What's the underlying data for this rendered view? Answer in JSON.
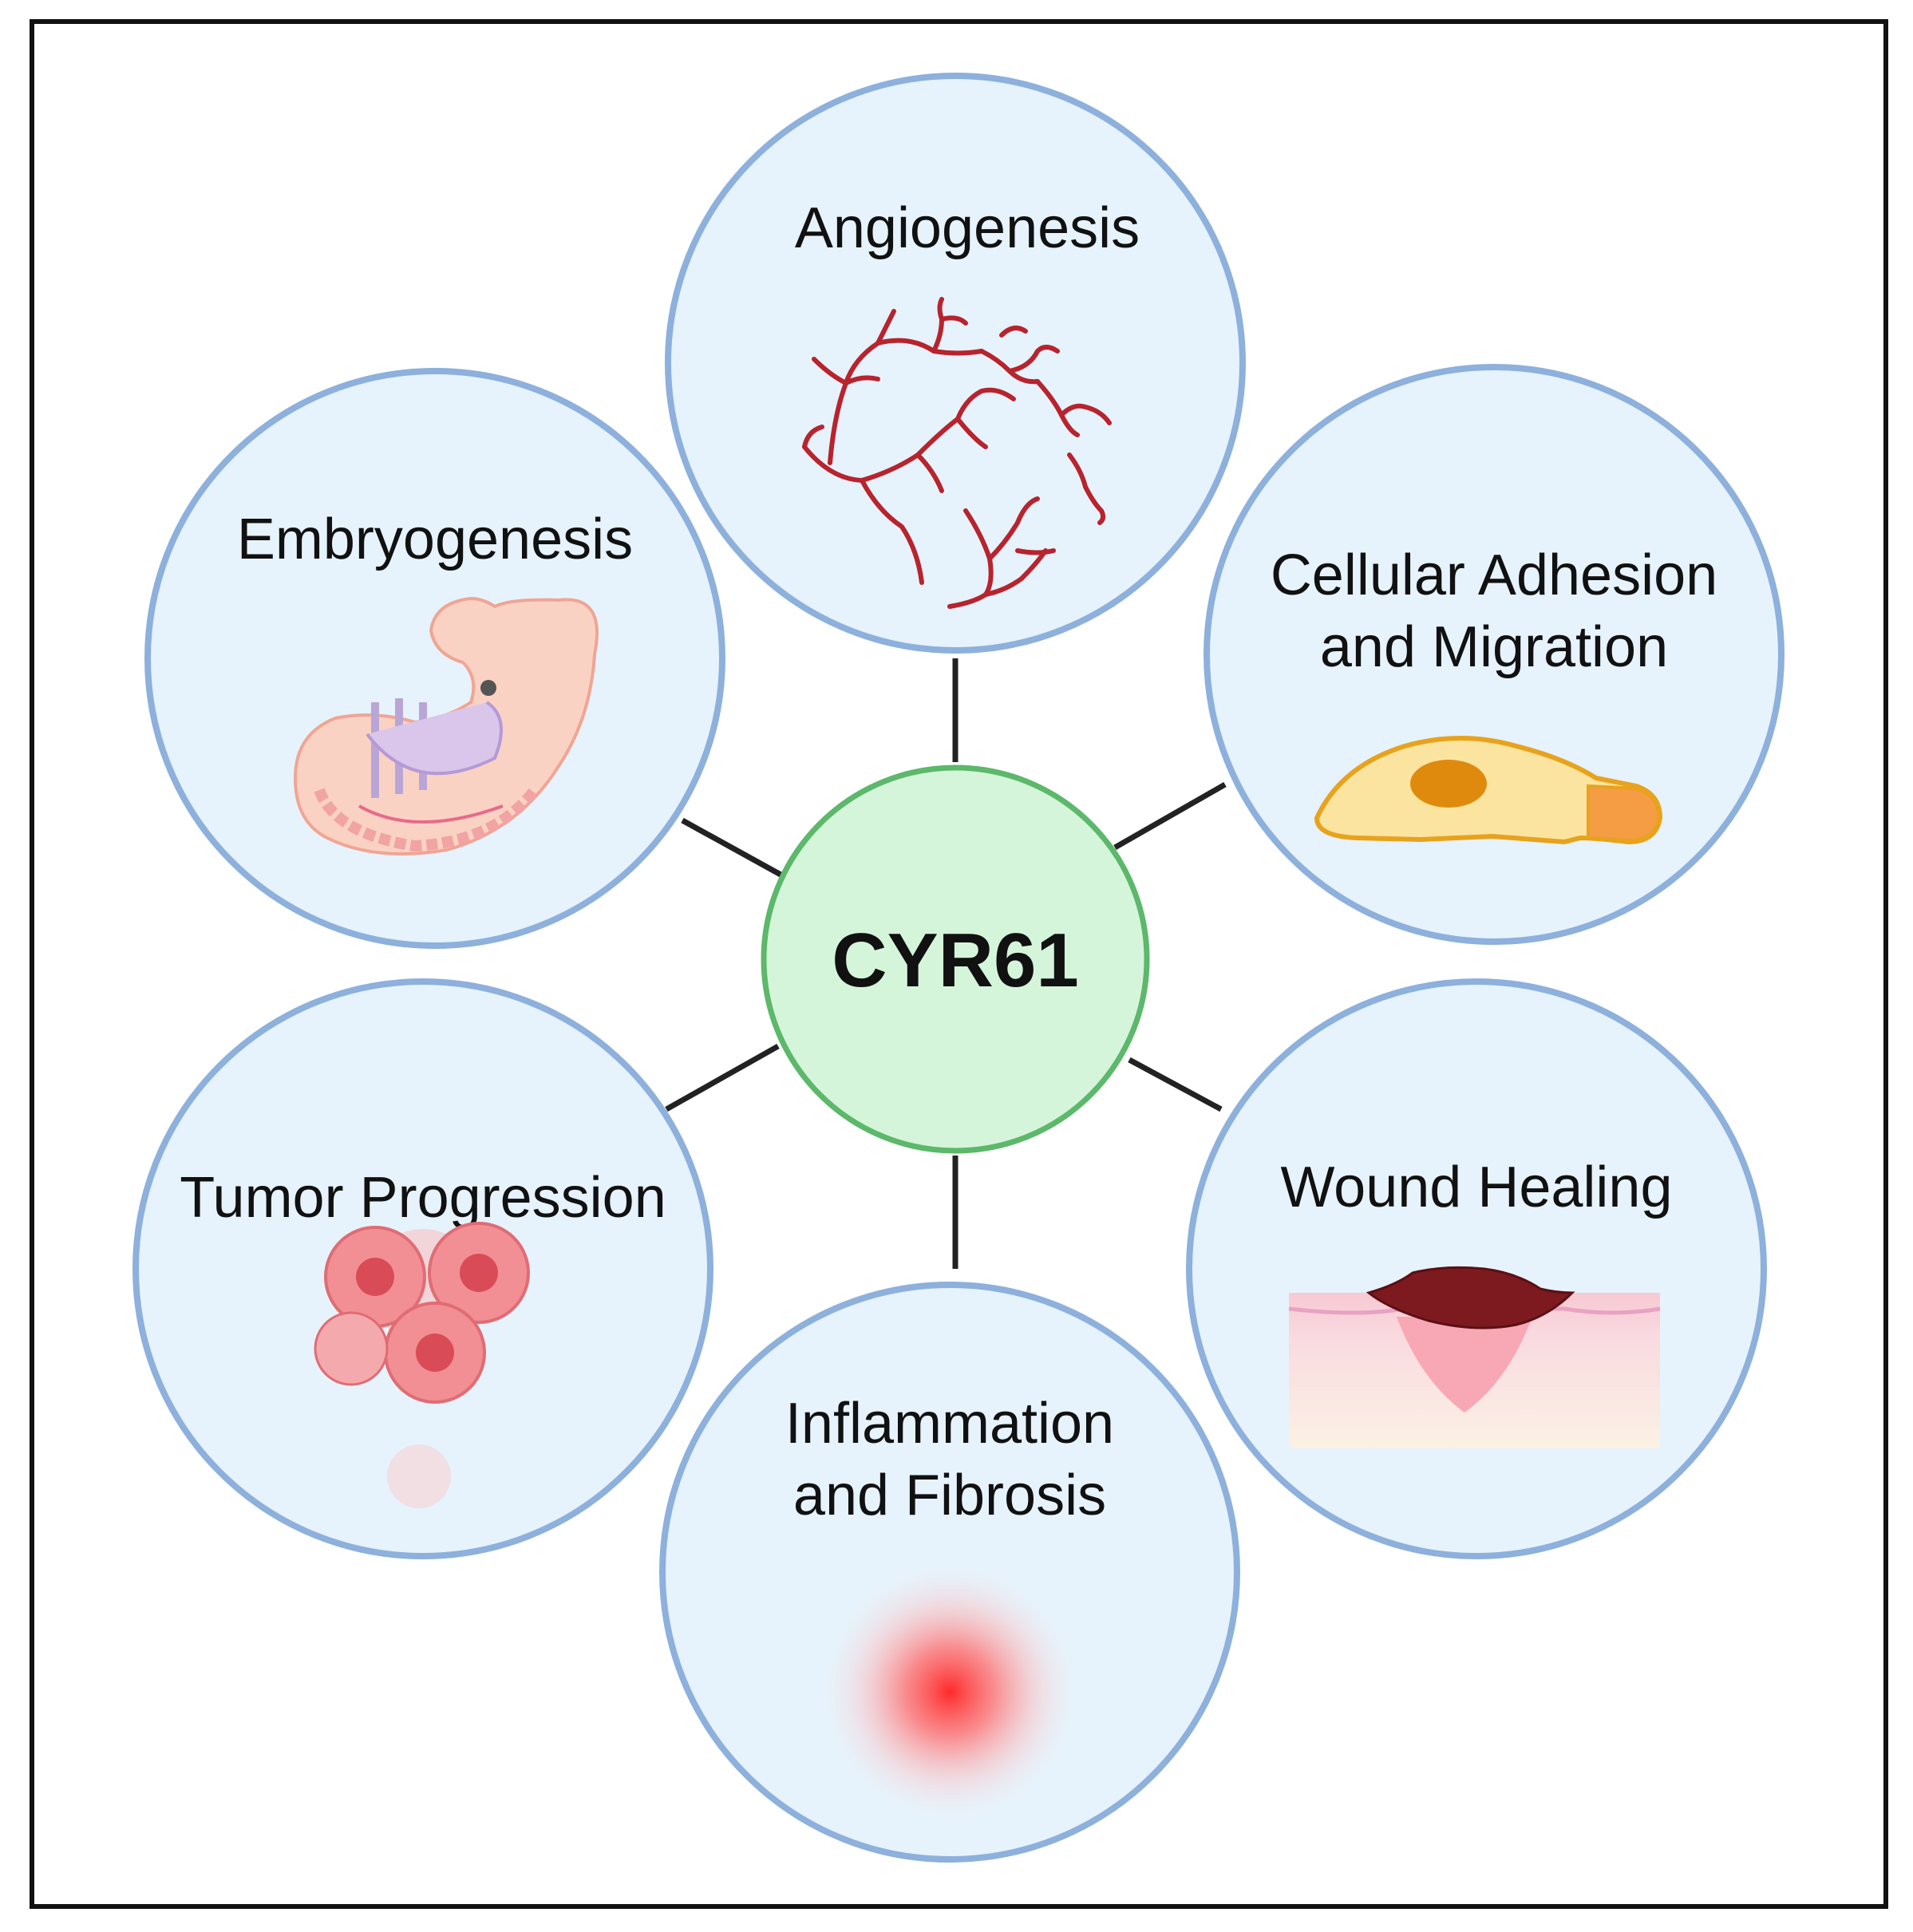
{
  "hub": {
    "label": "CYR61"
  },
  "nodes": [
    {
      "id": "angiogenesis",
      "lines": [
        "Angiogenesis"
      ],
      "icon": "blood-vessel-network-icon"
    },
    {
      "id": "embryogenesis",
      "lines": [
        "Embryogenesis"
      ],
      "icon": "embryo-icon"
    },
    {
      "id": "adhesion",
      "lines": [
        "Cellular Adhesion",
        "and Migration"
      ],
      "icon": "migrating-cell-icon"
    },
    {
      "id": "tumor",
      "lines": [
        "Tumor Progression"
      ],
      "icon": "tumor-cell-cluster-icon"
    },
    {
      "id": "wound",
      "lines": [
        "Wound Healing"
      ],
      "icon": "skin-wound-icon"
    },
    {
      "id": "inflammation",
      "lines": [
        "Inflammation",
        "and Fibrosis"
      ],
      "icon": "inflammation-glow-icon"
    }
  ],
  "colors": {
    "node_fill": "#e6f3fc",
    "node_stroke": "#8db0dc",
    "hub_fill": "#d5f5da",
    "hub_stroke": "#5cb86a",
    "connector": "#222222",
    "frame": "#111111"
  }
}
